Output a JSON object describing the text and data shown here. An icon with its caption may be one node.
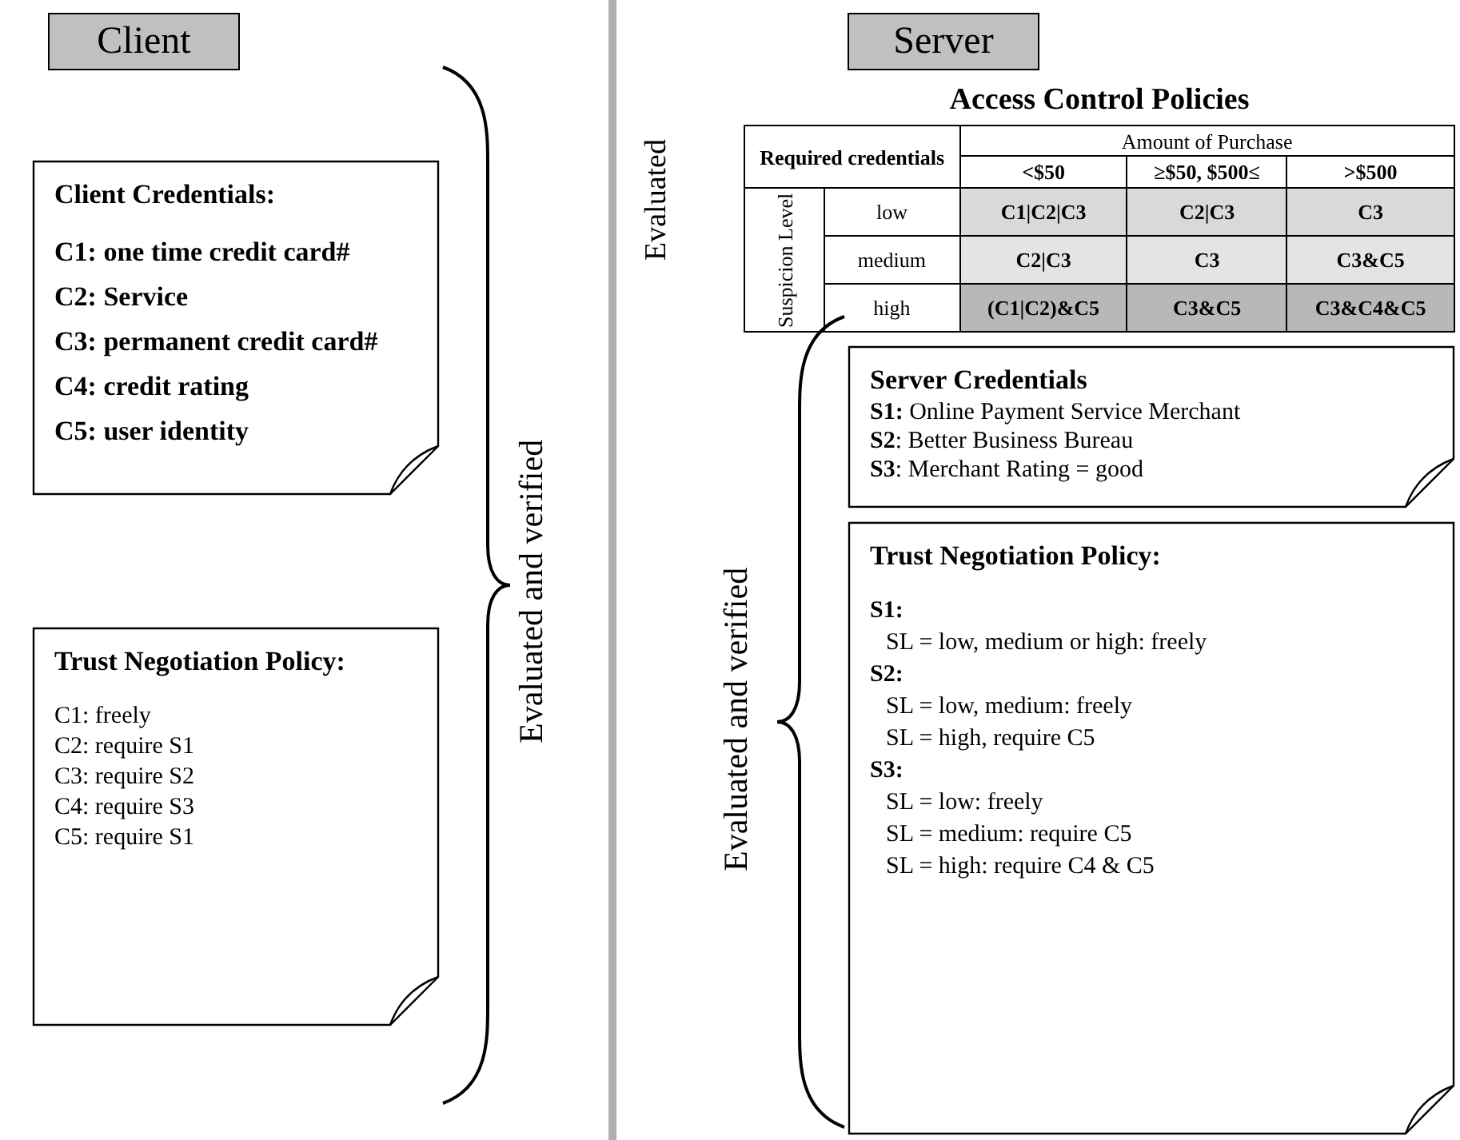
{
  "diagram": {
    "nodes": [
      {
        "text": [
          "Client"
        ]
      },
      {
        "text": [
          "Server"
        ]
      },
      {
        "text": [
          "Client Credentials:",
          "C1: one time credit card#",
          "C2: Service",
          "C3: permanent credit card#",
          "C4: credit rating",
          "C5: user identity"
        ]
      },
      {
        "text": [
          "Trust Negotiation Policy:",
          "C1: freely",
          "C2: require S1",
          "C3: require S2",
          "C4: require S3",
          "C5: require S1"
        ]
      },
      {
        "text": [
          "Server Credentials",
          "**S1:** Online Payment Service Merchant",
          "**S2**: Better Business Bureau",
          "**S3**: Merchant Rating = good"
        ]
      },
      {
        "text": [
          "Trust Negotiation Policy:",
          "**S1:**",
          "SL = low, medium or high: freely",
          "**S2:**",
          "SL = low, medium: freely",
          "SL = high, require C5",
          "**S3:**",
          "SL = low: freely",
          "SL = medium: require C5",
          "SL = high: require C4 & C5"
        ]
      }
    ],
    "edges": [],
    "labels": [
      "Evaluated and verified",
      "Access Control Policies",
      "Evaluated",
      "Required credentials",
      "Amount of Purchase",
      "<$50",
      "≥$50, $500≤",
      ">$500",
      "Suspicion Level",
      "low",
      "C1|C2|C3",
      "C2|C3",
      "C3",
      "medium",
      "C2|C3",
      "C3",
      "C3&C5",
      "high",
      "(C1|C2)&C5",
      "C3&C5",
      "C3&C4&C5",
      "Evaluated and verified"
    ]
  }
}
